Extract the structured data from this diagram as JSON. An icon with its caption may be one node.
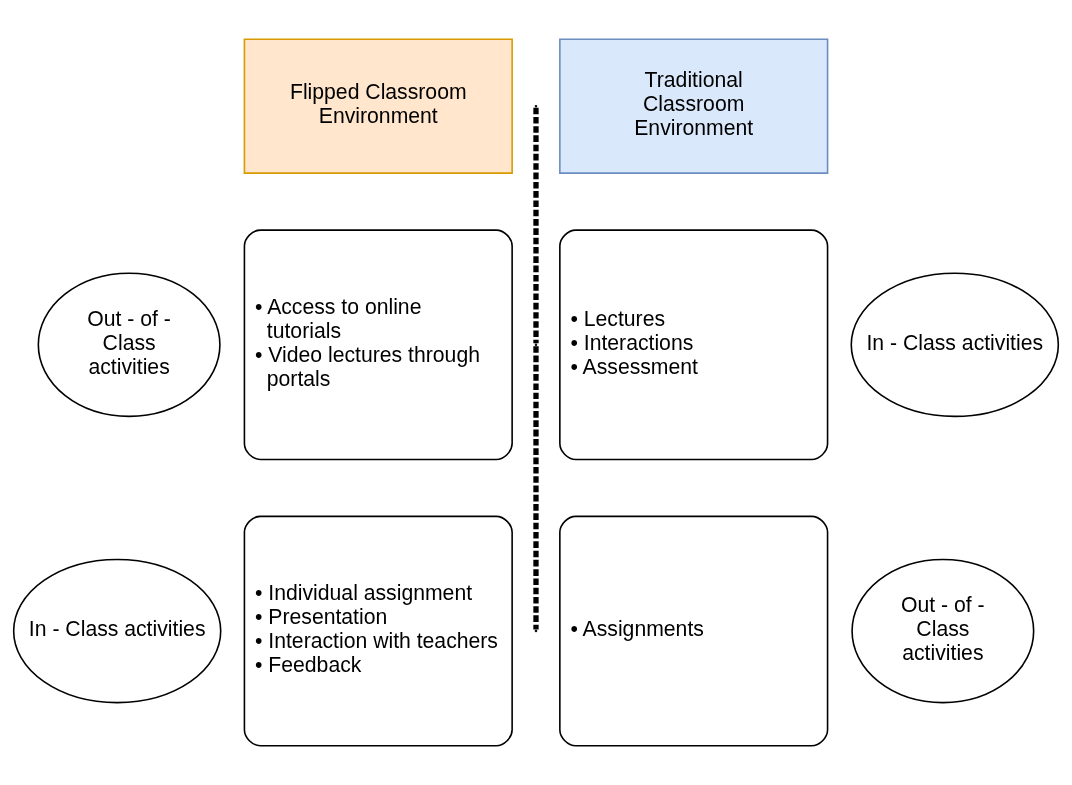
{
  "diagram": {
    "nodes": [
      {
        "text": [
          "Flipped Classroom Environment"
        ]
      },
      {
        "text": [
          "Traditional Classroom Environment"
        ]
      },
      {
        "text": [
          "Out - of - Class activities"
        ]
      },
      {
        "text": [
          "• Access to online tutorials",
          "• Video lectures through portals"
        ]
      },
      {
        "text": [
          "In - Class activities"
        ]
      },
      {
        "text": [
          "• Individual assignment",
          "• Presentation",
          "• Interaction with teachers",
          "• Feedback"
        ]
      },
      {
        "text": [
          "• Lectures",
          "• Interactions",
          "• Assessment"
        ]
      },
      {
        "text": [
          "In - Class activities"
        ]
      },
      {
        "text": [
          "• Assignments"
        ]
      },
      {
        "text": [
          "Out - of - Class activities"
        ]
      }
    ],
    "edges": []
  }
}
